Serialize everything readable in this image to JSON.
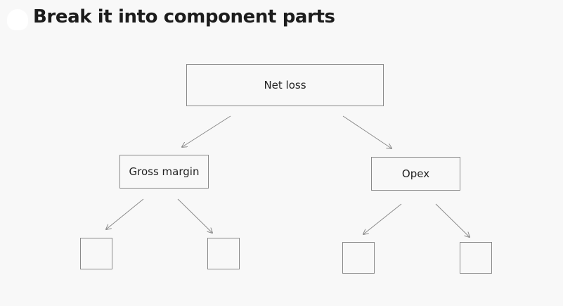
{
  "slide": {
    "title": "Break it into component parts"
  },
  "tree": {
    "root": {
      "label": "Net loss"
    },
    "children": [
      {
        "label": "Gross margin",
        "children": [
          {
            "label": ""
          },
          {
            "label": ""
          }
        ]
      },
      {
        "label": "Opex",
        "children": [
          {
            "label": ""
          },
          {
            "label": ""
          }
        ]
      }
    ]
  },
  "colors": {
    "background": "#f8f8f8",
    "box_border": "#8a8a8a",
    "arrow": "#8a8a8a",
    "text": "#222222"
  }
}
